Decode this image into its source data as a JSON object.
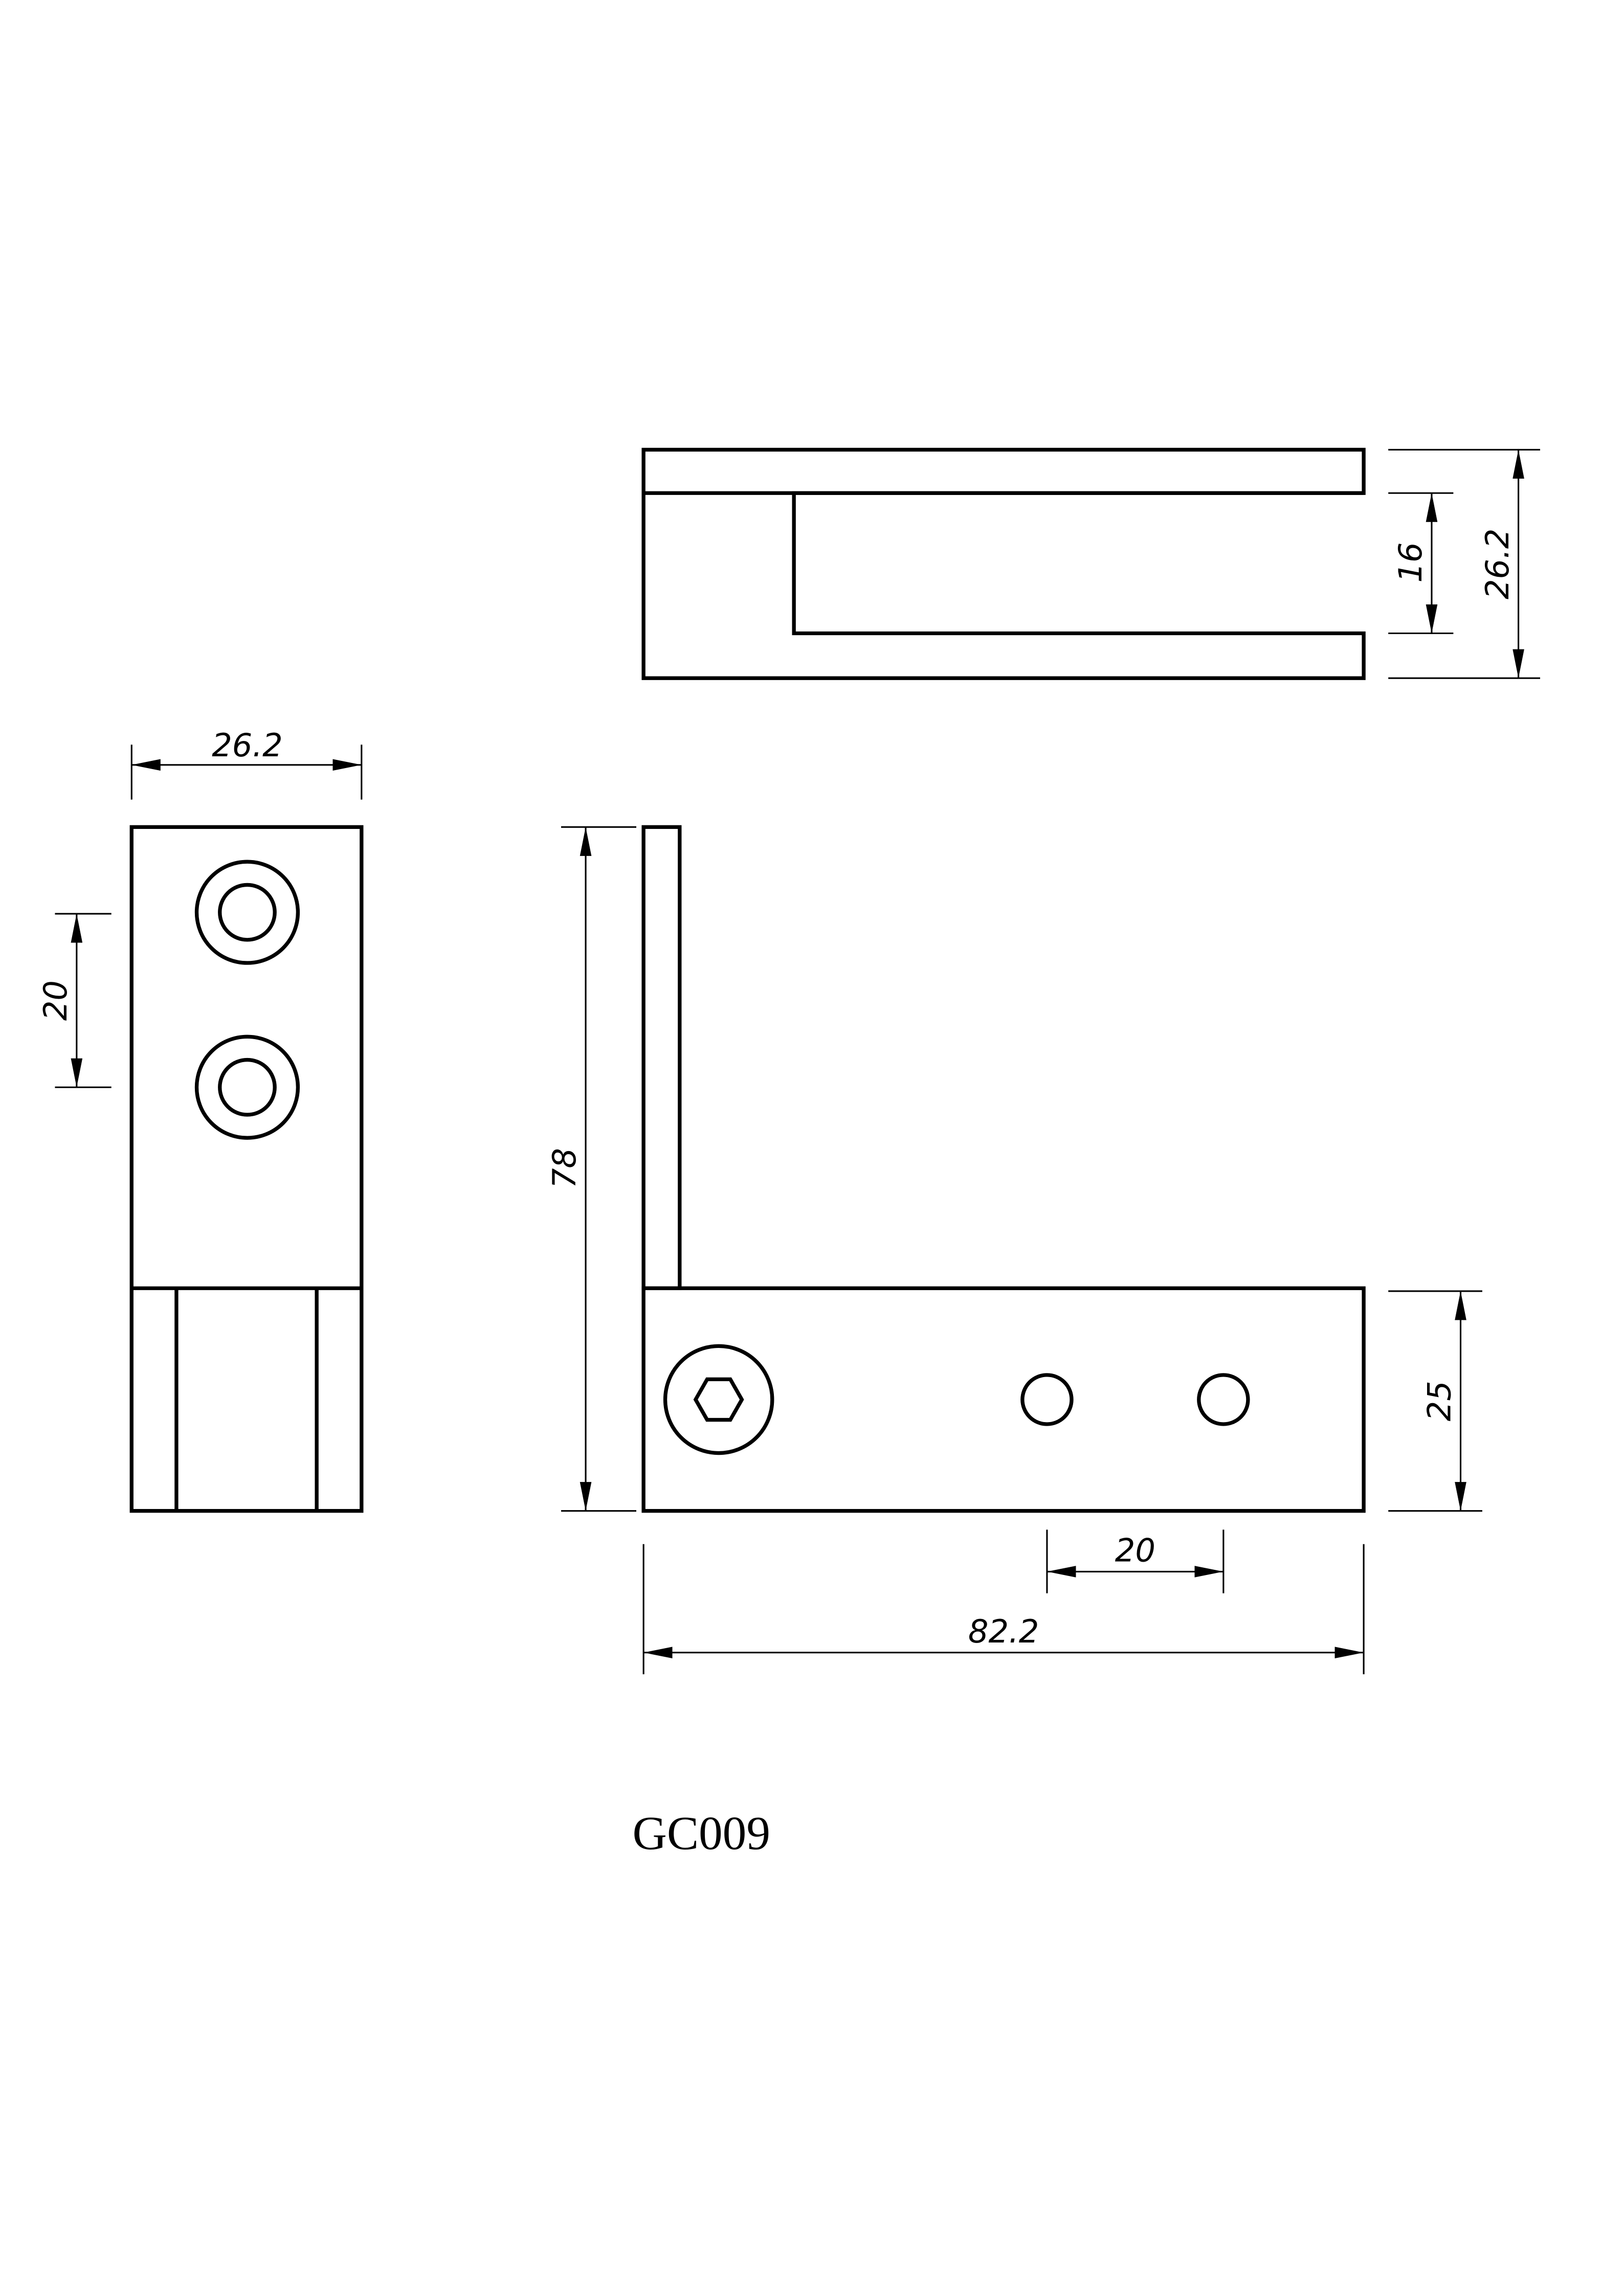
{
  "part_label": "GC009",
  "dimensions": {
    "top_inner": "16",
    "top_outer": "26.2",
    "side_width": "26.2",
    "side_hole_spacing": "20",
    "front_height": "78",
    "front_base_height": "25",
    "front_hole_spacing": "20",
    "front_length": "82.2"
  },
  "colors": {
    "line": "#000000",
    "background": "#ffffff"
  }
}
